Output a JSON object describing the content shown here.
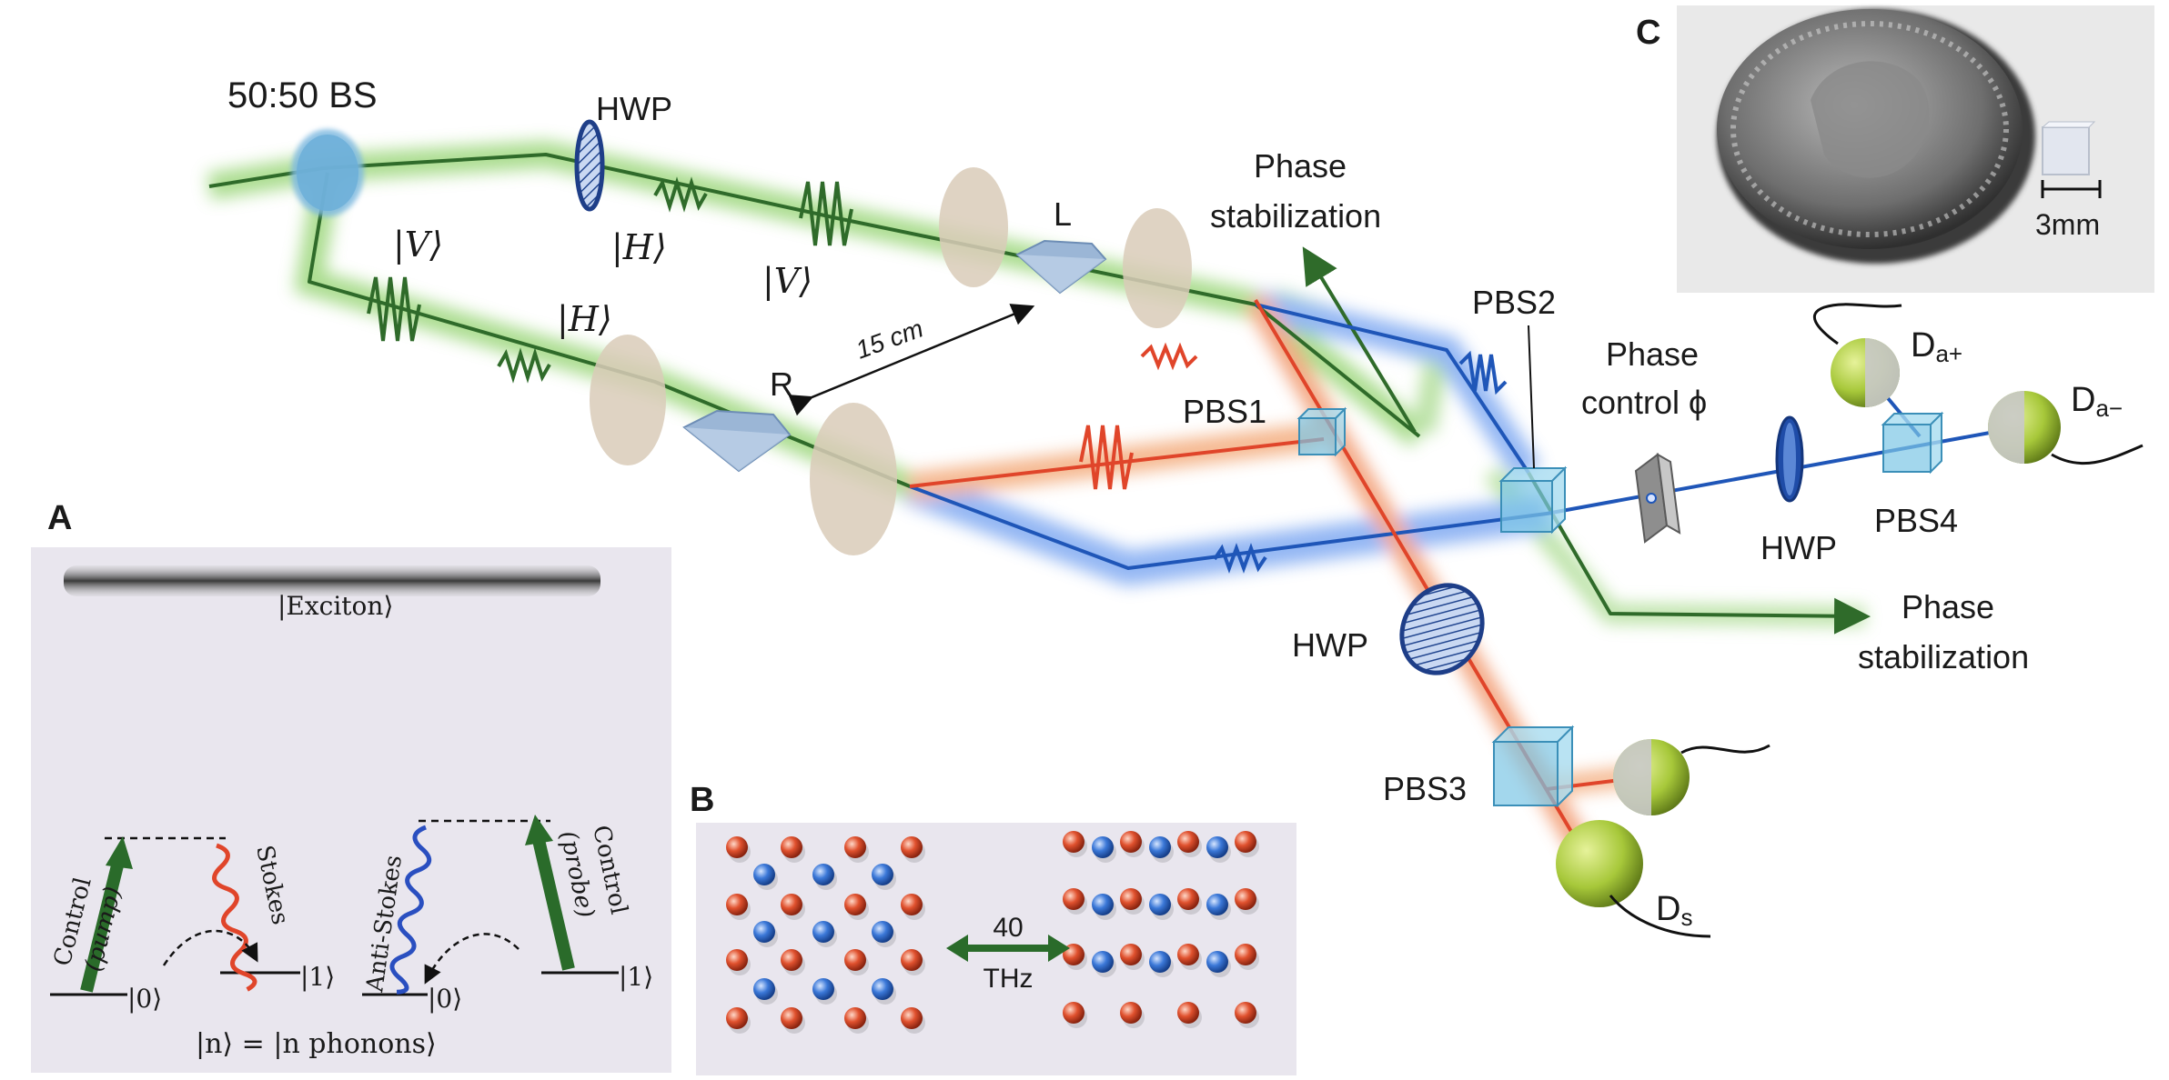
{
  "panels": {
    "a": "A",
    "b": "B",
    "c": "C"
  },
  "main": {
    "bs": "50:50 BS",
    "hwp": "HWP",
    "ket_v": "|V⟩",
    "ket_h": "|H⟩",
    "lens_l": "L",
    "lens_r": "R",
    "distance": "15 cm",
    "phase_stab_1": "Phase",
    "phase_stab_2": "stabilization",
    "pbs1": "PBS1",
    "pbs2": "PBS2",
    "pbs3": "PBS3",
    "pbs4": "PBS4",
    "phase_control_1": "Phase",
    "phase_control_2": "control ϕ",
    "det_a_plus_base": "D",
    "det_a_plus_sub": "a+",
    "det_a_minus_base": "D",
    "det_a_minus_sub": "a−",
    "det_s_base": "D",
    "det_s_sub": "s"
  },
  "panel_a": {
    "exciton": "|Exciton⟩",
    "control": "Control",
    "pump": "(pump)",
    "probe": "(probe)",
    "stokes": "Stokes",
    "anti_stokes": "Anti-Stokes",
    "ket0": "|0⟩",
    "ket1": "|1⟩",
    "phonons": "|n⟩ = |n phonons⟩"
  },
  "panel_b": {
    "freq_value": "40",
    "freq_unit": "THz"
  },
  "panel_c": {
    "scale": "3mm"
  },
  "colors": {
    "green": "#2f6b2a",
    "red": "#e0452a",
    "blue": "#1f56b8",
    "lens": "#d9cbb8",
    "cube": "#7cc6e6",
    "detector": "#a8c83a",
    "panel_bg": "#e9e6ee"
  }
}
